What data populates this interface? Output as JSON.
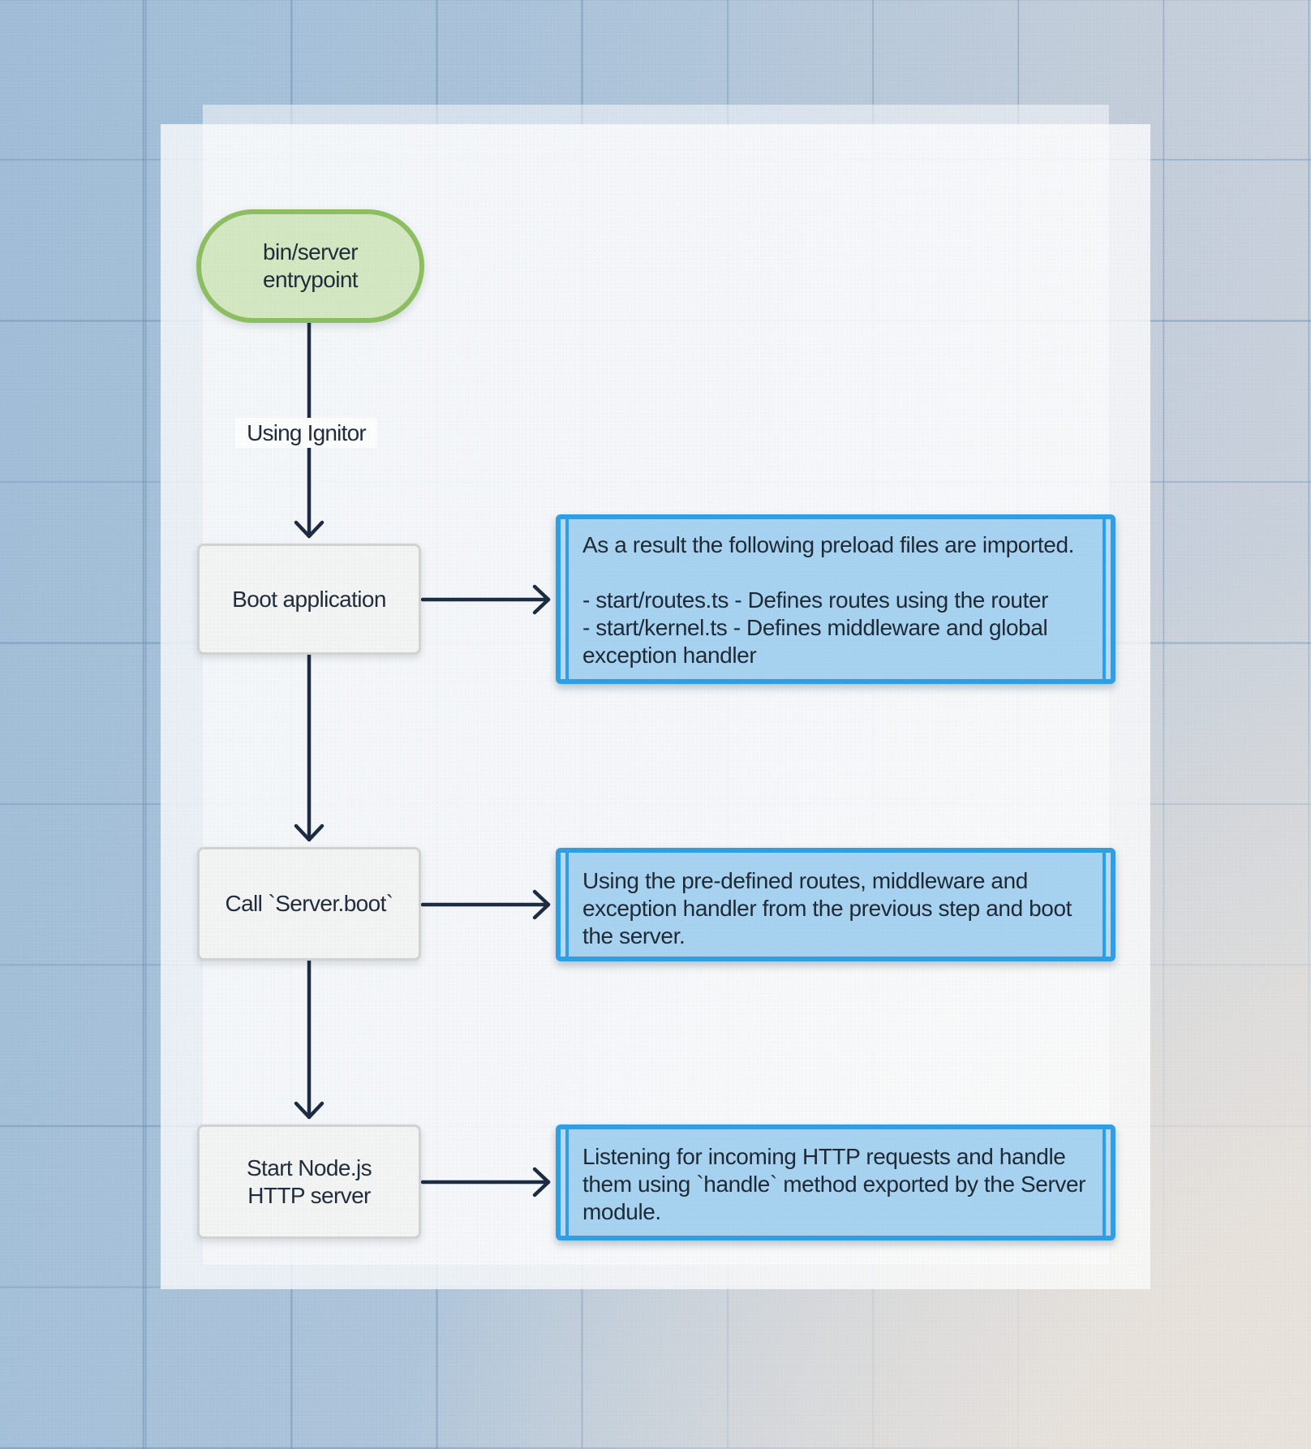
{
  "colors": {
    "background_blue": "#9fbdd8",
    "background_warm": "#eae4dd",
    "grid_line": "#6e91b4",
    "panel_white": "#ffffff",
    "node_green_fill": "#d6e9c3",
    "node_green_border": "#8dc05f",
    "node_gray_fill": "#f5f6f5",
    "node_gray_border": "#d2d5d2",
    "note_blue_fill": "#a8d4f2",
    "note_blue_border": "#2d9fe8",
    "arrow": "#1b2940",
    "text": "#1d2a38"
  },
  "flowchart": {
    "start_node": {
      "lines": [
        "bin/server",
        "entrypoint"
      ]
    },
    "edge_label": "Using Ignitor",
    "node_boot": {
      "label": "Boot application"
    },
    "node_call": {
      "label": "Call `Server.boot`"
    },
    "node_server": {
      "lines": [
        "Start Node.js",
        "HTTP server"
      ]
    },
    "note_boot": {
      "lines": [
        "As a result the following preload files are imported.",
        "",
        "- start/routes.ts - Defines routes using the router",
        "- start/kernel.ts - Defines middleware and global",
        "exception handler"
      ]
    },
    "note_call": {
      "lines": [
        "Using the pre-defined routes, middleware and",
        "exception handler from the previous step and boot",
        "the server."
      ]
    },
    "note_server": {
      "lines": [
        "Listening for incoming HTTP requests and handle",
        "them using `handle` method exported by the Server",
        "module."
      ]
    }
  }
}
